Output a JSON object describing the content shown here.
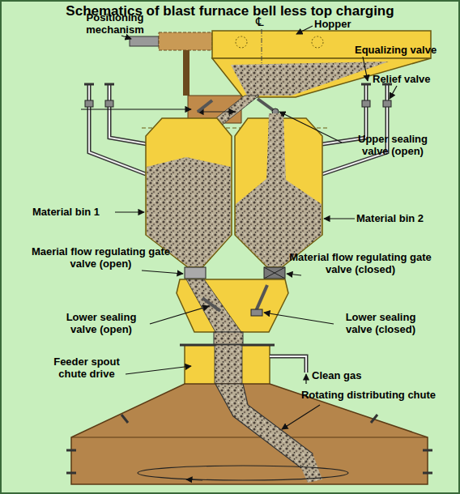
{
  "diagram": {
    "title": "Schematics of blast furnace bell less top charging",
    "labels": [
      "Positioning mechanism",
      "℄",
      "Hopper",
      "Equalizing valve",
      "Relief valve",
      "Upper sealing valve (open)",
      "Material bin 1",
      "Material bin 2",
      "Maerial flow regulating gate valve (open)",
      "Material flow regulating gate valve (closed)",
      "Lower sealing valve (open)",
      "Lower sealing valve (closed)",
      "Feeder spout chute drive",
      "Clean gas",
      "Rotating distributing chute"
    ]
  }
}
